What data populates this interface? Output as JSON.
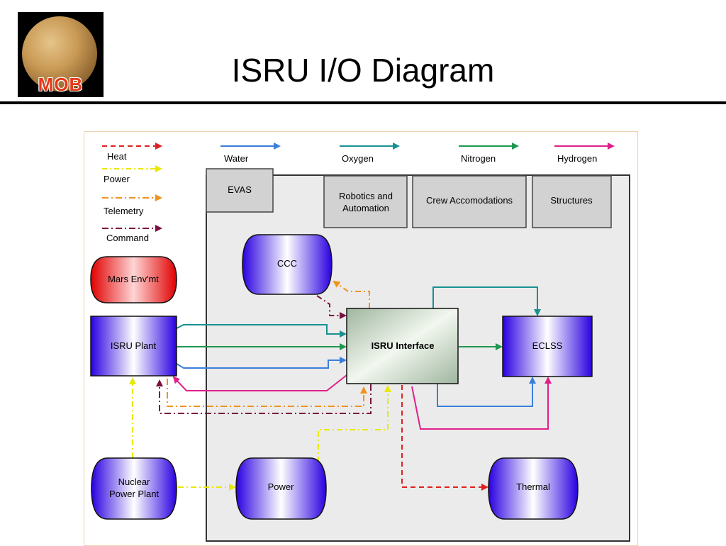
{
  "logo": {
    "text": "MOB"
  },
  "title": "ISRU I/O Diagram",
  "legend": {
    "heat": "Heat",
    "power": "Power",
    "telemetry": "Telemetry",
    "command": "Command",
    "water": "Water",
    "oxygen": "Oxygen",
    "nitrogen": "Nitrogen",
    "hydrogen": "Hydrogen"
  },
  "nodes": {
    "evas": "EVAS",
    "robotics_1": "Robotics and",
    "robotics_2": "Automation",
    "crew": "Crew Accomodations",
    "structures": "Structures",
    "ccc": "CCC",
    "mars_env": "Mars Env'mt",
    "isru_plant": "ISRU Plant",
    "isru_interface": "ISRU Interface",
    "eclss": "ECLSS",
    "nuclear_1": "Nuclear",
    "nuclear_2": "Power Plant",
    "power": "Power",
    "thermal": "Thermal"
  },
  "colors": {
    "heat": "#e02020",
    "power": "#e8e800",
    "telemetry": "#f0921e",
    "command": "#7a1040",
    "water": "#3a7fdc",
    "oxygen": "#1a9090",
    "nitrogen": "#1e9850",
    "hydrogen": "#e0208a"
  }
}
